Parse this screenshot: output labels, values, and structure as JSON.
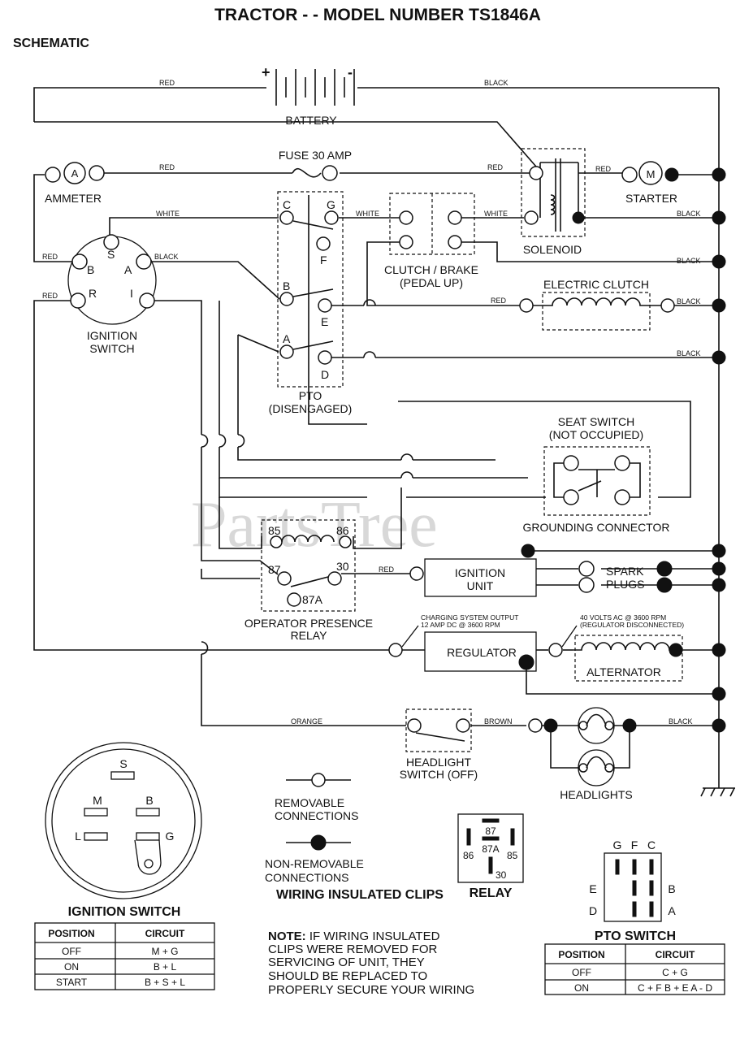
{
  "title": "TRACTOR - - MODEL NUMBER TS1846A",
  "subtitle": "SCHEMATIC",
  "watermark": "PartsTree",
  "components": {
    "battery": "BATTERY",
    "battery_plus": "+",
    "battery_minus": "-",
    "fuse": "FUSE 30 AMP",
    "ammeter": "AMMETER",
    "ammeter_symbol": "A",
    "starter": "STARTER",
    "starter_symbol": "M",
    "solenoid": "SOLENOID",
    "ignition_switch_line1": "IGNITION",
    "ignition_switch_line2": "SWITCH",
    "clutch_brake_line1": "CLUTCH / BRAKE",
    "clutch_brake_line2": "(PEDAL UP)",
    "electric_clutch": "ELECTRIC CLUTCH",
    "pto_line1": "PTO",
    "pto_line2": "(DISENGAGED)",
    "seat_switch_line1": "SEAT SWITCH",
    "seat_switch_line2": "(NOT OCCUPIED)",
    "grounding_connector": "GROUNDING CONNECTOR",
    "ignition_unit_line1": "IGNITION",
    "ignition_unit_line2": "UNIT",
    "spark": "SPARK",
    "plugs": "PLUGS",
    "opr_line1": "OPERATOR PRESENCE",
    "opr_line2": "RELAY",
    "regulator": "REGULATOR",
    "alternator": "ALTERNATOR",
    "charging_line1": "CHARGING SYSTEM OUTPUT",
    "charging_line2": "12 AMP DC @ 3600 RPM",
    "alt_out_line1": "40 VOLTS AC @ 3600 RPM",
    "alt_out_line2": "(REGULATOR DISCONNECTED)",
    "headlight_switch_line1": "HEADLIGHT",
    "headlight_switch_line2": "SWITCH (OFF)",
    "headlights": "HEADLIGHTS"
  },
  "terminals": {
    "ign_s": "S",
    "ign_b": "B",
    "ign_a": "A",
    "ign_r": "R",
    "ign_i": "I",
    "pto_c": "C",
    "pto_g": "G",
    "pto_f": "F",
    "pto_b": "B",
    "pto_e": "E",
    "pto_a": "A",
    "pto_d": "D",
    "relay_85": "85",
    "relay_86": "86",
    "relay_87": "87",
    "relay_30": "30",
    "relay_87a": "87A"
  },
  "wire_colors": {
    "red": "RED",
    "black": "BLACK",
    "white": "WHITE",
    "orange": "ORANGE",
    "brown": "BROWN"
  },
  "legend": {
    "removable_line1": "REMOVABLE",
    "removable_line2": "CONNECTIONS",
    "nonremovable_line1": "NON-REMOVABLE",
    "nonremovable_line2": "CONNECTIONS"
  },
  "relay_diagram": {
    "label": "RELAY",
    "p87": "87",
    "p87a": "87A",
    "p86": "86",
    "p85": "85",
    "p30": "30"
  },
  "ignition_switch_diagram": {
    "s": "S",
    "m": "M",
    "b": "B",
    "l": "L",
    "g": "G"
  },
  "pto_switch_diagram": {
    "g": "G",
    "f": "F",
    "c": "C",
    "e": "E",
    "b": "B",
    "d": "D",
    "a": "A"
  },
  "ignition_table": {
    "title": "IGNITION SWITCH",
    "headers": [
      "POSITION",
      "CIRCUIT"
    ],
    "rows": [
      [
        "OFF",
        "M + G"
      ],
      [
        "ON",
        "B + L"
      ],
      [
        "START",
        "B + S + L"
      ]
    ]
  },
  "pto_table": {
    "title": "PTO SWITCH",
    "headers": [
      "POSITION",
      "CIRCUIT"
    ],
    "rows": [
      [
        "OFF",
        "C + G"
      ],
      [
        "ON",
        "C + F  B + E  A - D"
      ]
    ]
  },
  "note": {
    "heading": "WIRING INSULATED CLIPS",
    "prefix": "NOTE:",
    "line1": " IF WIRING INSULATED",
    "line2": "CLIPS WERE REMOVED FOR",
    "line3": "SERVICING OF UNIT, THEY",
    "line4": "SHOULD BE REPLACED TO",
    "line5": "PROPERLY SECURE YOUR WIRING"
  }
}
